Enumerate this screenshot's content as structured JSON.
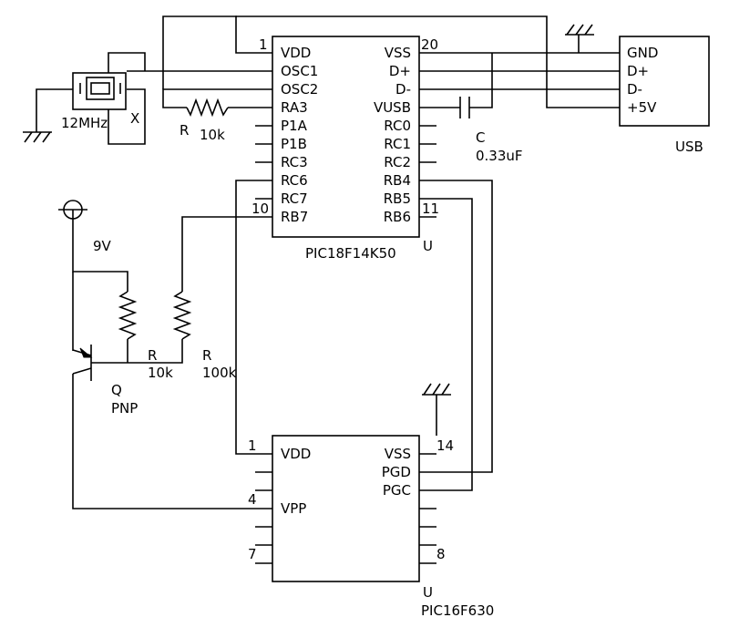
{
  "u1": {
    "part": "PIC18F14K50",
    "ref": "U",
    "left_pins": [
      "VDD",
      "OSC1",
      "OSC2",
      "RA3",
      "P1A",
      "P1B",
      "RC3",
      "RC6",
      "RC7",
      "RB7"
    ],
    "right_pins": [
      "VSS",
      "D+",
      "D-",
      "VUSB",
      "RC0",
      "RC1",
      "RC2",
      "RB4",
      "RB5",
      "RB6"
    ],
    "pin_numbers": {
      "vdd": "1",
      "vss": "20",
      "rb7": "10",
      "rb6": "11"
    }
  },
  "u2": {
    "part": "PIC16F630",
    "ref": "U",
    "left_pins": [
      "VDD",
      "",
      "VPP",
      "",
      ""
    ],
    "right_pins": [
      "VSS",
      "PGD",
      "PGC",
      "",
      ""
    ],
    "pin_numbers": {
      "vdd": "1",
      "vpp": "4",
      "p7": "7",
      "vss": "14",
      "p8": "8"
    }
  },
  "usb": {
    "name": "USB",
    "pins": [
      "GND",
      "D+",
      "D-",
      "+5V"
    ]
  },
  "crystal": {
    "freq": "12MHz",
    "ref": "X"
  },
  "r_ra3": {
    "ref": "R",
    "value": "10k"
  },
  "cap": {
    "ref": "C",
    "value": "0.33uF"
  },
  "r_base": {
    "ref": "R",
    "value": "10k"
  },
  "r_pull": {
    "ref": "R",
    "value": "100k"
  },
  "transistor": {
    "ref": "Q",
    "type": "PNP"
  },
  "supply": {
    "label": "9V"
  }
}
